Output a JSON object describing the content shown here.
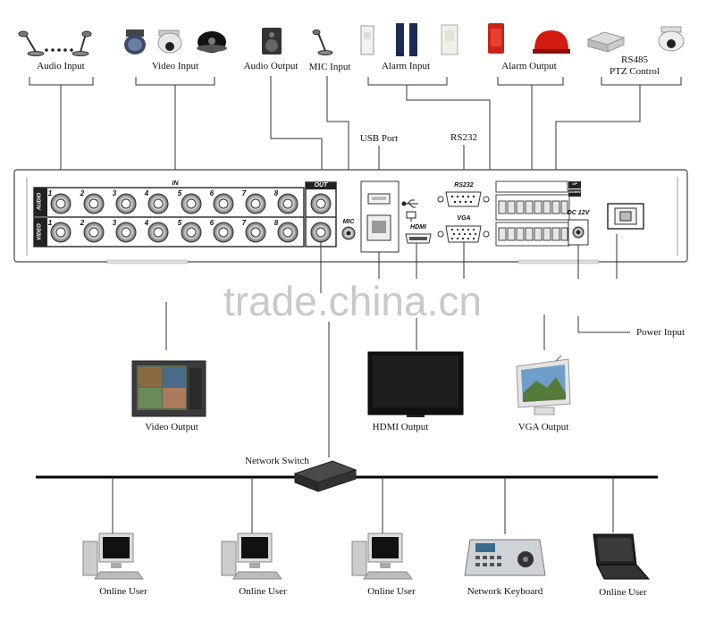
{
  "top_labels": {
    "audio_input": "Audio Input",
    "video_input": "Video Input",
    "audio_output": "Audio Output",
    "mic_input": "MIC Input",
    "alarm_input": "Alarm Input",
    "alarm_output": "Alarm Output",
    "ptz_line1": "RS485",
    "ptz_line2": "PTZ Control",
    "usb_port": "USB Port",
    "rs232": "RS232"
  },
  "panel": {
    "in_label": "IN",
    "out_label": "OUT",
    "audio_row": "AUDIO",
    "video_row": "VIDEO",
    "channels": [
      "1",
      "2",
      "3",
      "4",
      "5",
      "6",
      "7",
      "8"
    ],
    "mic": "MIC",
    "rs232": "RS232",
    "vga": "VGA",
    "hdmi": "HDMI",
    "dc": "DC 12V",
    "up": "UP",
    "down": "DOWN"
  },
  "outputs": {
    "video_output": "Video Output",
    "hdmi_output": "HDMI Output",
    "vga_output": "VGA Output",
    "power_input": "Power Input"
  },
  "network": {
    "switch": "Network Switch",
    "users": [
      "Online User",
      "Online User",
      "Online User",
      "Network Keyboard",
      "Online User"
    ]
  },
  "watermark": "trade.china.cn",
  "colors": {
    "line": "#222222",
    "panel_stroke": "#333333",
    "watermark": "#c9c9c9"
  }
}
